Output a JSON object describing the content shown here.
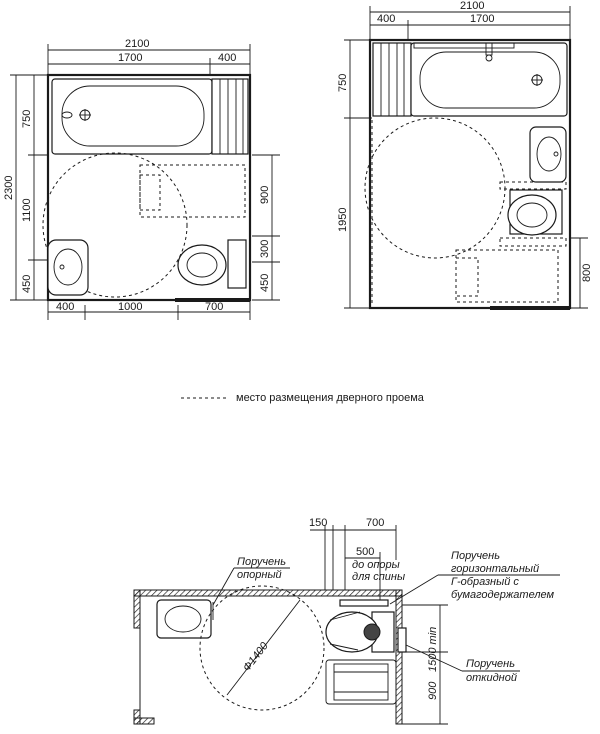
{
  "plan_a": {
    "dims_top": [
      "2100",
      "1700",
      "400"
    ],
    "dims_left": [
      "2300",
      "750",
      "1100",
      "450"
    ],
    "dims_right": [
      "900",
      "300",
      "450"
    ],
    "dims_bottom": [
      "400",
      "1000",
      "700"
    ]
  },
  "plan_b": {
    "dims_top": [
      "2100",
      "400",
      "1700"
    ],
    "dims_left": [
      "750",
      "1950"
    ],
    "dims_right": [
      "800"
    ]
  },
  "legend": {
    "label": "место размещения дверного проема"
  },
  "plan_c": {
    "dims_top": [
      "150",
      "700",
      "500"
    ],
    "dims_right": [
      "1500 min",
      "900"
    ],
    "circle_label": "Ф1400",
    "labels": {
      "support_rail": [
        "Поручень",
        "опорный"
      ],
      "back_support": [
        "до опоры",
        "для спины"
      ],
      "horizontal_rail": [
        "Поручень",
        "горизонтальный",
        "Г-образный с",
        "бумагодержателем"
      ],
      "folding_rail": [
        "Поручень",
        "откидной"
      ]
    }
  }
}
